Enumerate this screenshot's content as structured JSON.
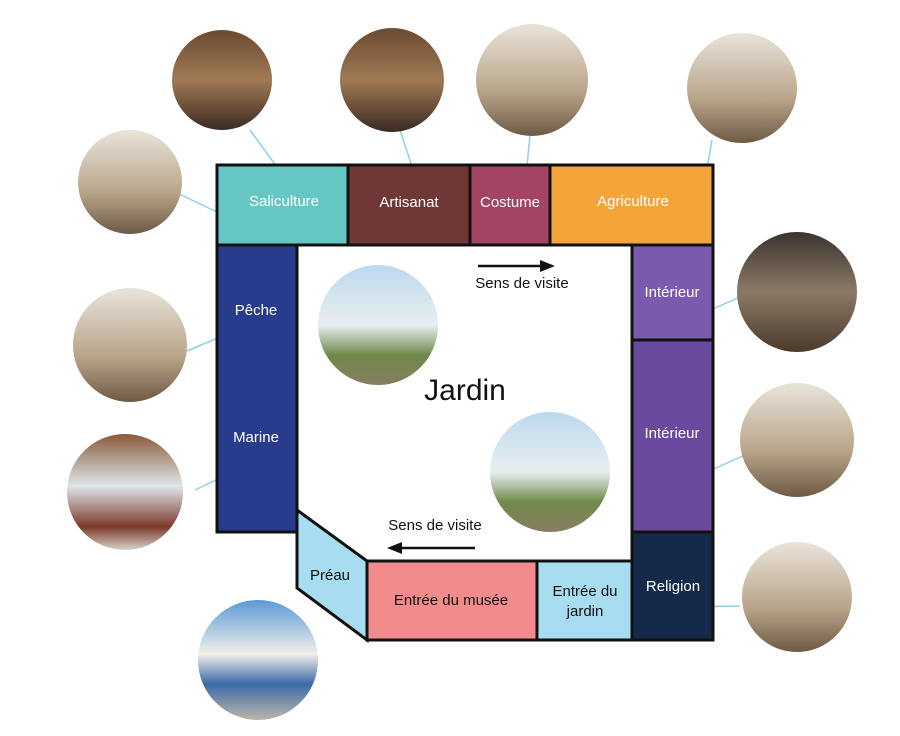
{
  "rooms": {
    "saliculture": {
      "label": "Saliculture",
      "color": "#66c6c3"
    },
    "artisanat": {
      "label": "Artisanat",
      "color": "#6f3736"
    },
    "costume": {
      "label": "Costume",
      "color": "#a34464"
    },
    "agriculture": {
      "label": "Agriculture",
      "color": "#f4a53a"
    },
    "peche": {
      "label": "Pêche",
      "color": "#283b8c"
    },
    "marine": {
      "label": "Marine",
      "color": "#283b8c"
    },
    "interieur1": {
      "label": "Intérieur",
      "color": "#7a5aad"
    },
    "interieur2": {
      "label": "Intérieur",
      "color": "#6a4a9f"
    },
    "religion": {
      "label": "Religion",
      "color": "#152a48"
    },
    "preau": {
      "label": "Préau",
      "color": "#a8dcf0"
    },
    "entree_musee": {
      "label": "Entrée du musée",
      "color": "#f28b8c"
    },
    "entree_jardin": {
      "label_line1": "Entrée du",
      "label_line2": "jardin",
      "color": "#a8dcf0"
    }
  },
  "garden": {
    "label": "Jardin"
  },
  "direction": {
    "top": "Sens de visite",
    "bottom": "Sens de visite"
  },
  "connector_color": "#8fd0e8"
}
